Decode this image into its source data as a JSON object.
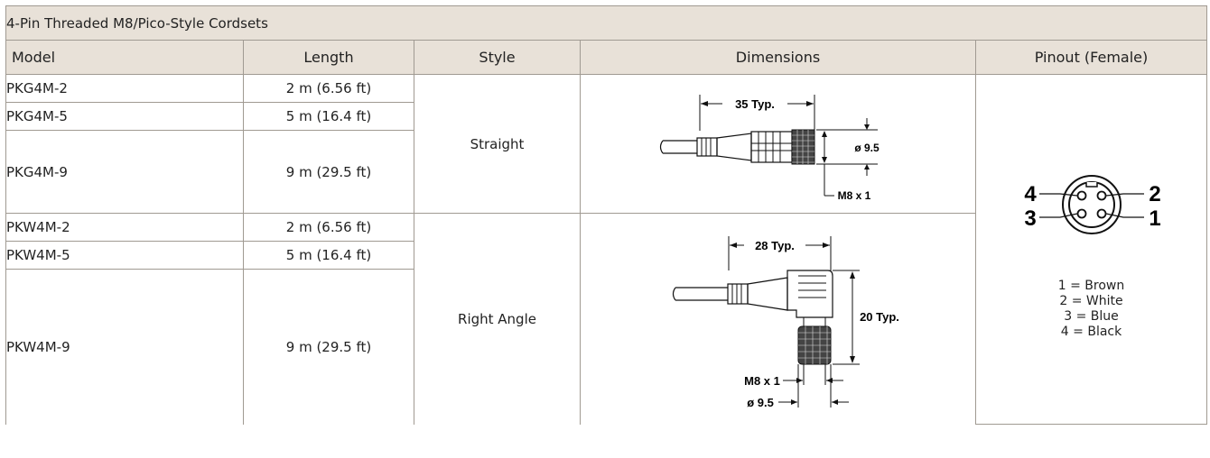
{
  "table": {
    "title": "4-Pin Threaded M8/Pico-Style Cordsets",
    "headers": [
      "Model",
      "Length",
      "Style",
      "Dimensions",
      "Pinout (Female)"
    ],
    "groups": [
      {
        "style": "Straight",
        "rows": [
          {
            "model": "PKG4M-2",
            "length": "2 m (6.56 ft)"
          },
          {
            "model": "PKG4M-5",
            "length": "5 m (16.4 ft)"
          },
          {
            "model": "PKG4M-9",
            "length": "9 m (29.5 ft)"
          }
        ],
        "dimension_labels": {
          "length": "35 Typ.",
          "diameter": "ø 9.5",
          "thread": "M8 x 1"
        }
      },
      {
        "style": "Right Angle",
        "rows": [
          {
            "model": "PKW4M-2",
            "length": "2 m (6.56 ft)"
          },
          {
            "model": "PKW4M-5",
            "length": "5 m (16.4 ft)"
          },
          {
            "model": "PKW4M-9",
            "length": "9 m (29.5 ft)"
          }
        ],
        "dimension_labels": {
          "length": "28 Typ.",
          "height": "20 Typ.",
          "thread": "M8 x 1",
          "diameter": "ø 9.5"
        }
      }
    ],
    "pinout": {
      "pin_numbers": [
        "4",
        "2",
        "3",
        "1"
      ],
      "legend": [
        "1 = Brown",
        "2 = White",
        "3 = Blue",
        "4 = Black"
      ]
    }
  },
  "colors": {
    "header_bg": "#e8e1d8",
    "border": "#a09a92",
    "text": "#222222"
  }
}
